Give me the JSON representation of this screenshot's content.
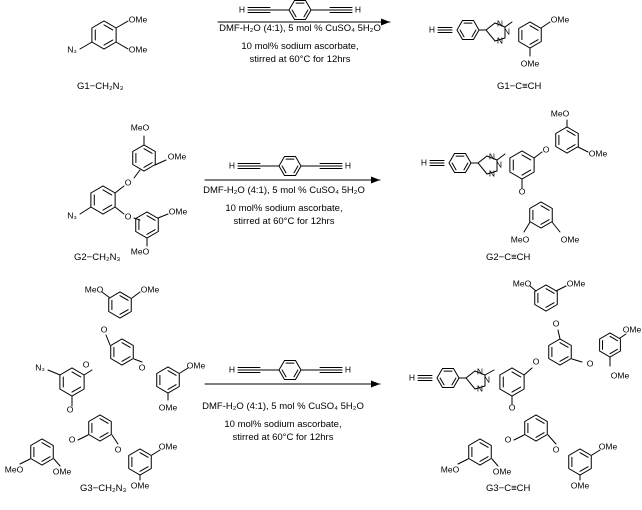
{
  "rows": [
    {
      "reactant_label": "G1−CH₂N₃",
      "product_label": "G1−C≡CH",
      "conditions": {
        "line1": "DMF-H₂O (4:1), 5 mol % CuSO₄ 5H₂O",
        "line2": "10 mol% sodium ascorbate,",
        "line3": "stirred at 60°C for 12hrs"
      }
    },
    {
      "reactant_label": "G2−CH₂N₃",
      "product_label": "G2−C≡CH",
      "conditions": {
        "line1": "DMF-H₂O (4:1), 5 mol % CuSO₄ 5H₂O",
        "line2": "10 mol% sodium ascorbate,",
        "line3": "stirred at 60°C for 12hrs"
      }
    },
    {
      "reactant_label": "G3−CH₂N₃",
      "product_label": "G3−C≡CH",
      "conditions": {
        "line1": "DMF-H₂O (4:1), 5 mol % CuSO₄ 5H₂O",
        "line2": "10 mol% sodium ascorbate,",
        "line3": "stirred at 60°C for 12hrs"
      }
    }
  ],
  "atoms": {
    "ome": "OMe",
    "meo": "MeO",
    "o": "O",
    "n": "N",
    "n3": "N₃",
    "h": "H"
  }
}
